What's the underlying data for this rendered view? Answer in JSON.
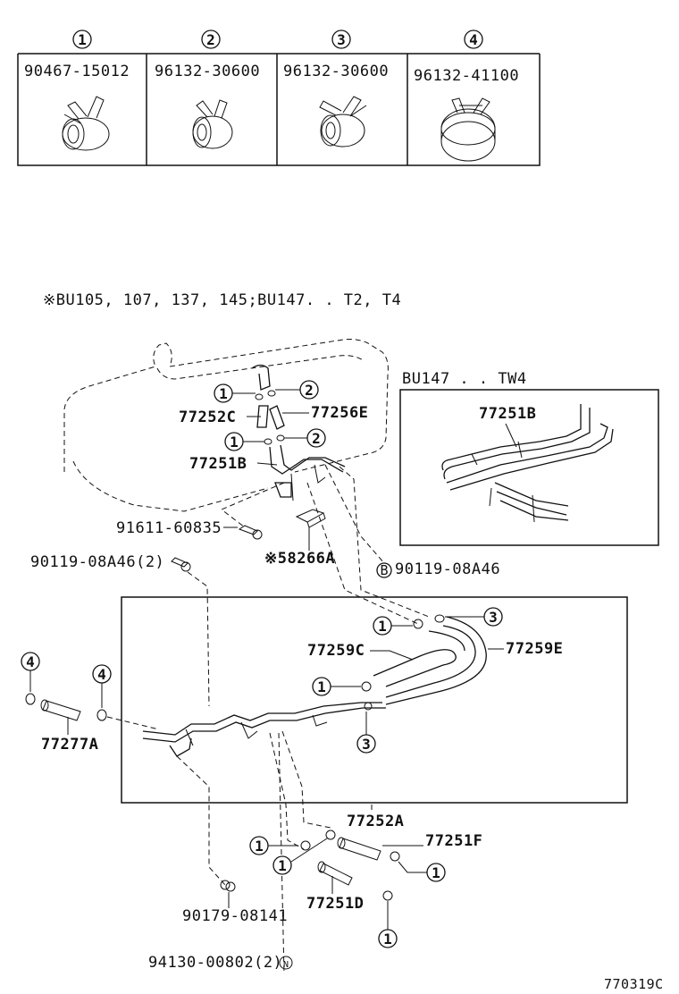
{
  "legend": {
    "clamps": [
      {
        "num": "1",
        "part": "90467-15012"
      },
      {
        "num": "2",
        "part": "96132-30600"
      },
      {
        "num": "3",
        "part": "96132-30600"
      },
      {
        "num": "4",
        "part": "96132-41100"
      }
    ]
  },
  "note": "※BU105, 107, 137, 145;BU147. . T2, T4",
  "inset": {
    "title": "BU147 . . TW4",
    "part": "77251B"
  },
  "labels": {
    "p77252C": "77252C",
    "p77256E": "77256E",
    "p77251B": "77251B",
    "p91611": "91611-60835",
    "p58266A": "※58266A",
    "p90119a": "90119-08A46(2)",
    "p90119b": "90119-08A46",
    "p77259C": "77259C",
    "p77259E": "77259E",
    "p77277A": "77277A",
    "p77252A": "77252A",
    "p77251F": "77251F",
    "p77251D": "77251D",
    "p90179": "90179-08141",
    "p94130": "94130-00802(2)",
    "markerB": "B",
    "markerN": "N"
  },
  "callouts": {
    "c1": "1",
    "c2": "2",
    "c3": "3",
    "c4": "4"
  },
  "footer": {
    "code": "770319C"
  }
}
